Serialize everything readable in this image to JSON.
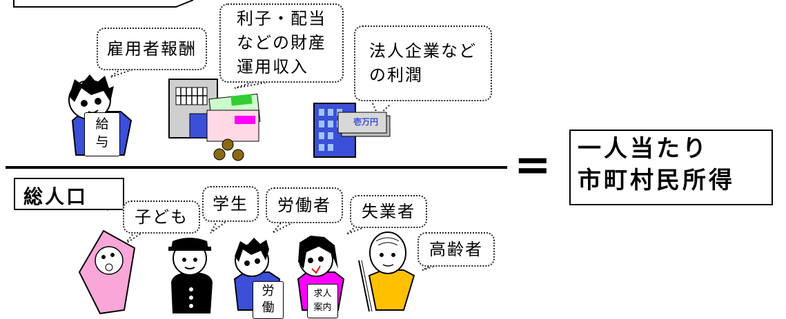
{
  "top_box_label": "",
  "numerator_items": [
    {
      "text": "雇用者報酬"
    },
    {
      "text": "利子・配当\nなどの財産\n運用収入"
    },
    {
      "text": "法人企業など\nの利潤"
    }
  ],
  "salary_tag": "給\n与",
  "bill_text": "壱万円",
  "denominator_label": "総人口",
  "population_items": [
    {
      "text": "子ども"
    },
    {
      "text": "学生"
    },
    {
      "text": "労働者"
    },
    {
      "text": "失業者"
    },
    {
      "text": "高齢者"
    }
  ],
  "worker_tag": "労\n働",
  "jobseeker_tag": "求人\n案内",
  "equals": "=",
  "result": {
    "line1": "一人当たり",
    "line2": "市町村民所得"
  },
  "colors": {
    "pink": "#f9a6d8",
    "blue": "#3b4fd8",
    "magenta": "#ff00ff",
    "yellow": "#ffc000",
    "green": "#33cc33"
  }
}
